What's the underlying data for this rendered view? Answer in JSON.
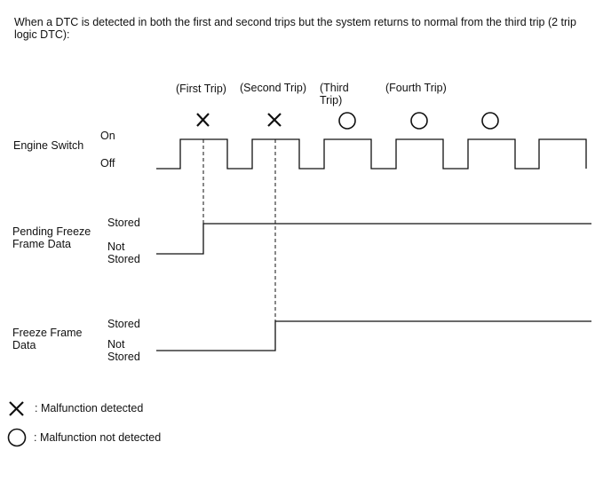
{
  "header": {
    "description": "When a DTC is detected in both the first and second trips but the system returns to normal from the third trip (2 trip logic DTC):"
  },
  "trips": [
    {
      "label": "(First Trip)",
      "result": "malfunction"
    },
    {
      "label": "(Second Trip)",
      "result": "malfunction"
    },
    {
      "label": "(Third Trip)",
      "result": "normal"
    },
    {
      "label": "(Fourth Trip)",
      "result": "normal"
    },
    {
      "label": "",
      "result": "normal"
    }
  ],
  "signals": {
    "engine_switch": {
      "name": "Engine Switch",
      "high": "On",
      "low": "Off"
    },
    "pending_freeze_frame": {
      "name": "Pending Freeze Frame Data",
      "high": "Stored",
      "low": "Not Stored",
      "stored_from_trip": 1
    },
    "freeze_frame": {
      "name": "Freeze Frame Data",
      "high": "Stored",
      "low": "Not Stored",
      "stored_from_trip": 2
    }
  },
  "legend": {
    "cross_label": ": Malfunction detected",
    "circle_label": ": Malfunction not detected",
    "cross_icon": "cross-icon",
    "circle_icon": "circle-icon"
  },
  "colors": {
    "line": "#111111"
  }
}
